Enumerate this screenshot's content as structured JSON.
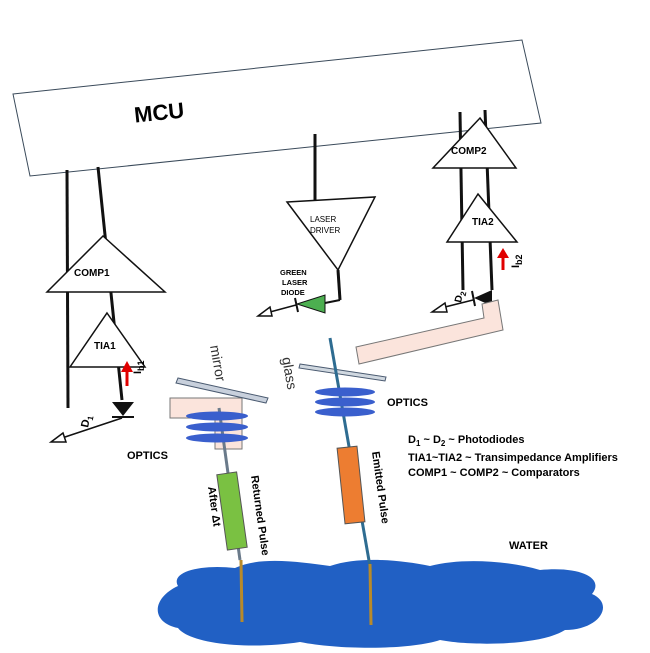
{
  "mcu": {
    "label": "MCU"
  },
  "blocks": {
    "comp1": "COMP1",
    "tia1": "TIA1",
    "comp2": "COMP2",
    "tia2": "TIA2",
    "laser_driver": [
      "LASER",
      "DRIVER"
    ],
    "green_laser": [
      "GREEN",
      "LASER",
      "DIODE"
    ]
  },
  "currents": {
    "ib1": "Ib1",
    "ib2": "Ib2"
  },
  "diodes": {
    "d1": "D1",
    "d2": "D2"
  },
  "optics_labels": {
    "mirror": "mirror",
    "glass": "glass",
    "optics_left": "OPTICS",
    "optics_right": "OPTICS"
  },
  "pulses": {
    "returned": "Returned Pulse",
    "emitted": "Emitted Pulse",
    "after": "After Δt"
  },
  "legend": {
    "line1_a": "D",
    "line1_a_sub": "1",
    "line1_b": " ~ D",
    "line1_b_sub": "2",
    "line1_c": " ~ Photodiodes",
    "line2": "TIA1~TIA2 ~ Transimpedance Amplifiers",
    "line3": "COMP1 ~ COMP2 ~ Comparators"
  },
  "water": {
    "label": "WATER"
  },
  "colors": {
    "mcu_fill": "#ffffff",
    "lens_blue": "#3a5fcd",
    "pink": "#fbe4dc",
    "returned_pulse": "#7ac142",
    "emitted_pulse": "#ed7d31",
    "beam": "#2e6c91",
    "beam_shaft": "#b88a2a",
    "water": "#2160c4",
    "arrow_red": "#e00000",
    "laser_green": "#4caf50"
  }
}
